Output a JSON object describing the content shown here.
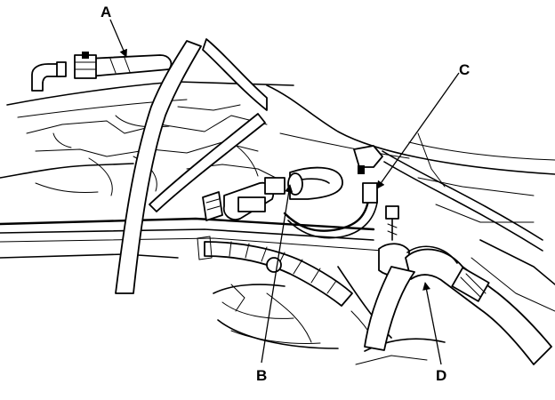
{
  "diagram": {
    "callouts": [
      {
        "id": "A",
        "label": "A"
      },
      {
        "id": "B",
        "label": "B"
      },
      {
        "id": "C",
        "label": "C"
      },
      {
        "id": "D",
        "label": "D"
      }
    ]
  }
}
